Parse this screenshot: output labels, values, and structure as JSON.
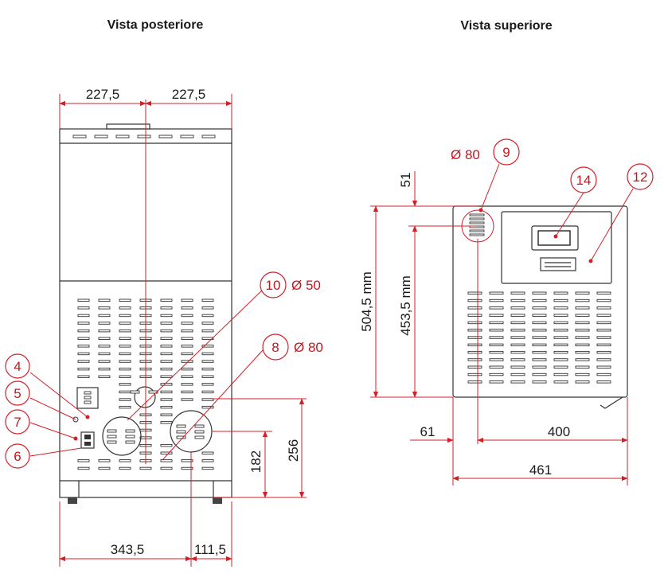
{
  "views": {
    "rear_title": "Vista posteriore",
    "top_title": "Vista superiore"
  },
  "rear": {
    "dim_top_left": "227,5",
    "dim_top_right": "227,5",
    "dim_bottom_left": "343,5",
    "dim_bottom_right": "111,5",
    "dim_right_outer": "256",
    "dim_right_inner": "182",
    "callouts": [
      {
        "number": "4",
        "label": ""
      },
      {
        "number": "5",
        "label": ""
      },
      {
        "number": "7",
        "label": ""
      },
      {
        "number": "6",
        "label": ""
      },
      {
        "number": "10",
        "label": "Ø 50"
      },
      {
        "number": "8",
        "label": "Ø 80"
      }
    ]
  },
  "top": {
    "dim_vertical_outer": "504,5 mm",
    "dim_vertical_inner": "453,5 mm",
    "dim_small": "51",
    "dim_left_offset": "61",
    "dim_span": "400",
    "dim_total": "461",
    "diameter_label": "Ø 80",
    "callouts": [
      {
        "number": "9"
      },
      {
        "number": "14"
      },
      {
        "number": "12"
      }
    ]
  },
  "colors": {
    "accent_red": "#d22028",
    "body_line": "#333333"
  }
}
